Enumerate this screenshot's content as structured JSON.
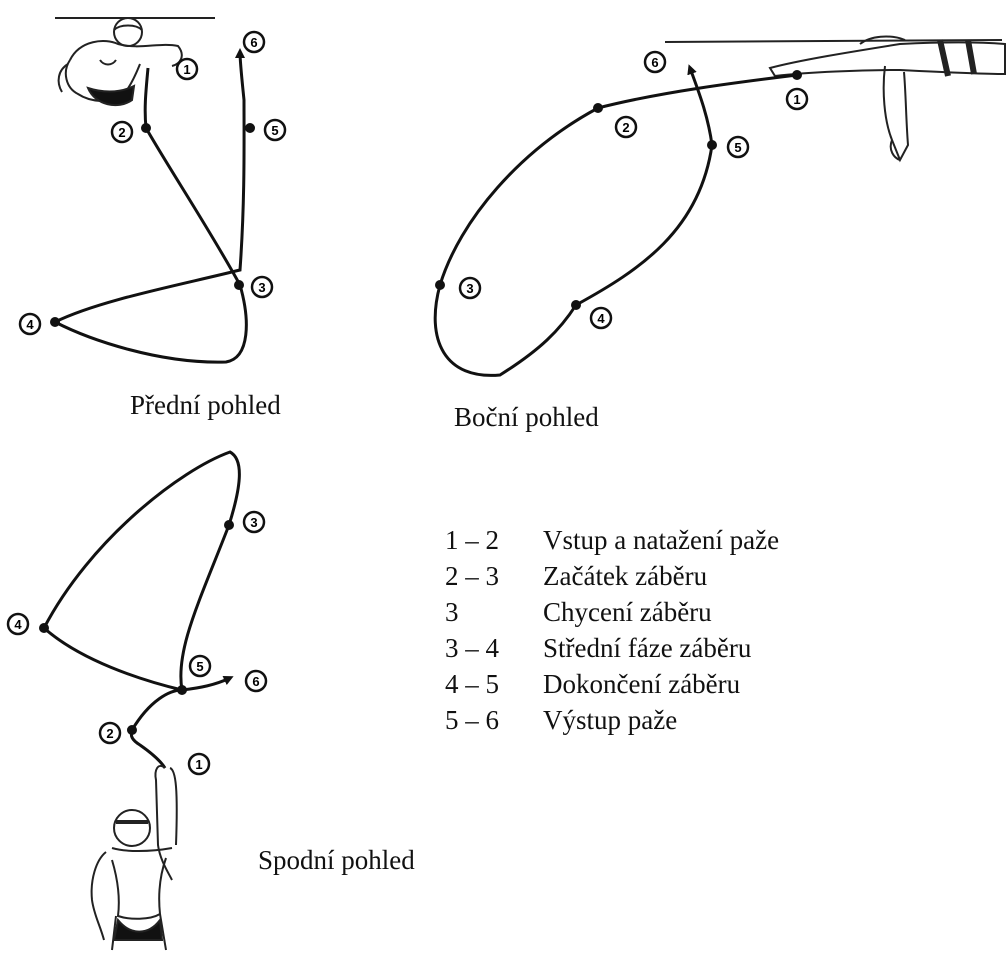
{
  "views": {
    "front": {
      "label": "Přední pohled"
    },
    "side": {
      "label": "Boční pohled"
    },
    "bottom": {
      "label": "Spodní pohled"
    }
  },
  "markers": {
    "m1": "1",
    "m2": "2",
    "m3": "3",
    "m4": "4",
    "m5": "5",
    "m6": "6"
  },
  "legend": {
    "items": [
      {
        "range": "1 – 2",
        "text": "Vstup a natažení paže"
      },
      {
        "range": "2 – 3",
        "text": "Začátek záběru"
      },
      {
        "range": "3",
        "text": "Chycení záběru"
      },
      {
        "range": "3 – 4",
        "text": "Střední fáze záběru"
      },
      {
        "range": "4 – 5",
        "text": "Dokončení záběru"
      },
      {
        "range": "5 – 6",
        "text": "Výstup paže"
      }
    ]
  },
  "colors": {
    "line": "#111111",
    "background": "#ffffff"
  },
  "icons": [
    "swimmer-front-figure",
    "swimmer-side-arm-figure",
    "swimmer-bottom-figure",
    "arrow-head-icon"
  ]
}
